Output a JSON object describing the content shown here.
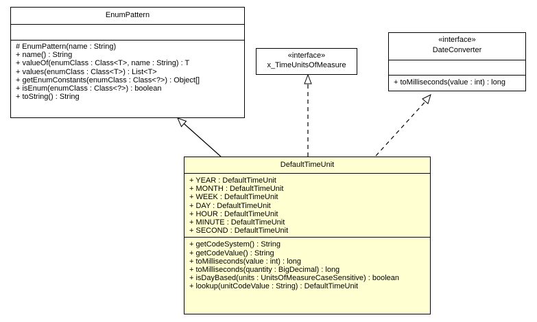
{
  "classes": {
    "enum_pattern": {
      "name": "EnumPattern",
      "attributes": [],
      "methods": [
        "# EnumPattern(name : String)",
        "+ name() : String",
        "+ valueOf(enumClass : Class<T>, name : String) : T",
        "+ values(enumClass : Class<T>) : List<T>",
        "+ getEnumConstants(enumClass : Class<?>) : Object[]",
        "+ isEnum(enumClass : Class<?>) : boolean",
        "+ toString() : String"
      ]
    },
    "x_time_units": {
      "stereotype": "«interface»",
      "name": "x_TimeUnitsOfMeasure"
    },
    "date_converter": {
      "stereotype": "«interface»",
      "name": "DateConverter",
      "attributes": [],
      "methods": [
        "+ toMilliseconds(value : int) : long"
      ]
    },
    "default_time_unit": {
      "name": "DefaultTimeUnit",
      "attributes": [
        "+ YEAR : DefaultTimeUnit",
        "+ MONTH : DefaultTimeUnit",
        "+ WEEK : DefaultTimeUnit",
        "+ DAY : DefaultTimeUnit",
        "+ HOUR : DefaultTimeUnit",
        "+ MINUTE : DefaultTimeUnit",
        "+ SECOND : DefaultTimeUnit"
      ],
      "methods": [
        "+ getCodeSystem() : String",
        "+ getCodeValue() : String",
        "+ toMilliseconds(value : int) : long",
        "+ toMilliseconds(quantity : BigDecimal) : long",
        "+ isDayBased(units : UnitsOfMeasureCaseSensitive) : boolean",
        "+ lookup(unitCodeValue : String) : DefaultTimeUnit"
      ]
    }
  },
  "relations": [
    {
      "from": "DefaultTimeUnit",
      "to": "EnumPattern",
      "kind": "generalization"
    },
    {
      "from": "DefaultTimeUnit",
      "to": "x_TimeUnitsOfMeasure",
      "kind": "realization"
    },
    {
      "from": "DefaultTimeUnit",
      "to": "DateConverter",
      "kind": "realization"
    }
  ],
  "colors": {
    "main_class_fill": "#ffffd1",
    "class_fill": "#ffffff",
    "line": "#000000"
  }
}
